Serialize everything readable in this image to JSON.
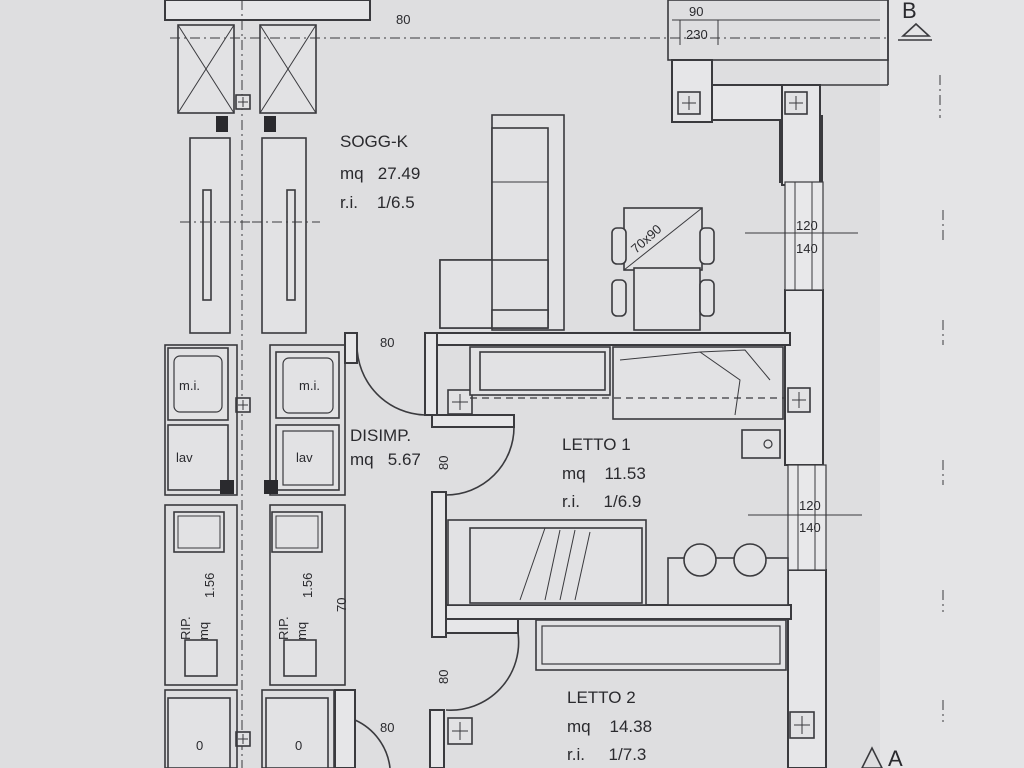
{
  "rooms": {
    "sogg_k": {
      "name": "SOGG-K",
      "area": "mq   27.49",
      "ratio": "r.i.    1/6.5"
    },
    "disimp": {
      "name": "DISIMP.",
      "area": "mq   5.67"
    },
    "letto1": {
      "name": "LETTO 1",
      "area": "mq    11.53",
      "ratio": "r.i.     1/6.9"
    },
    "letto2": {
      "name": "LETTO 2",
      "area": "mq    14.38",
      "ratio": "r.i.     1/7.3"
    },
    "rip_left": {
      "name": "RIP.",
      "area": "mq",
      "value": "1.56"
    },
    "rip_right": {
      "name": "RIP.",
      "area": "mq",
      "value": "1.56"
    }
  },
  "dimensions": {
    "top_80": "80",
    "top_90": "90",
    "top_230": "230",
    "door_80_a": "80",
    "door_80_b": "80",
    "door_80_c": "80",
    "door_80_d": "80",
    "rip_70": "70",
    "win1_a": "120",
    "win1_b": "140",
    "win2_a": "120",
    "win2_b": "140",
    "table": "70x90"
  },
  "fixtures": {
    "mi_left": "m.i.",
    "mi_right": "m.i.",
    "lav_left": "lav",
    "lav_right": "lav",
    "zero_left": "0",
    "zero_right": "0"
  },
  "section_marks": {
    "b": "B",
    "a": "A"
  }
}
